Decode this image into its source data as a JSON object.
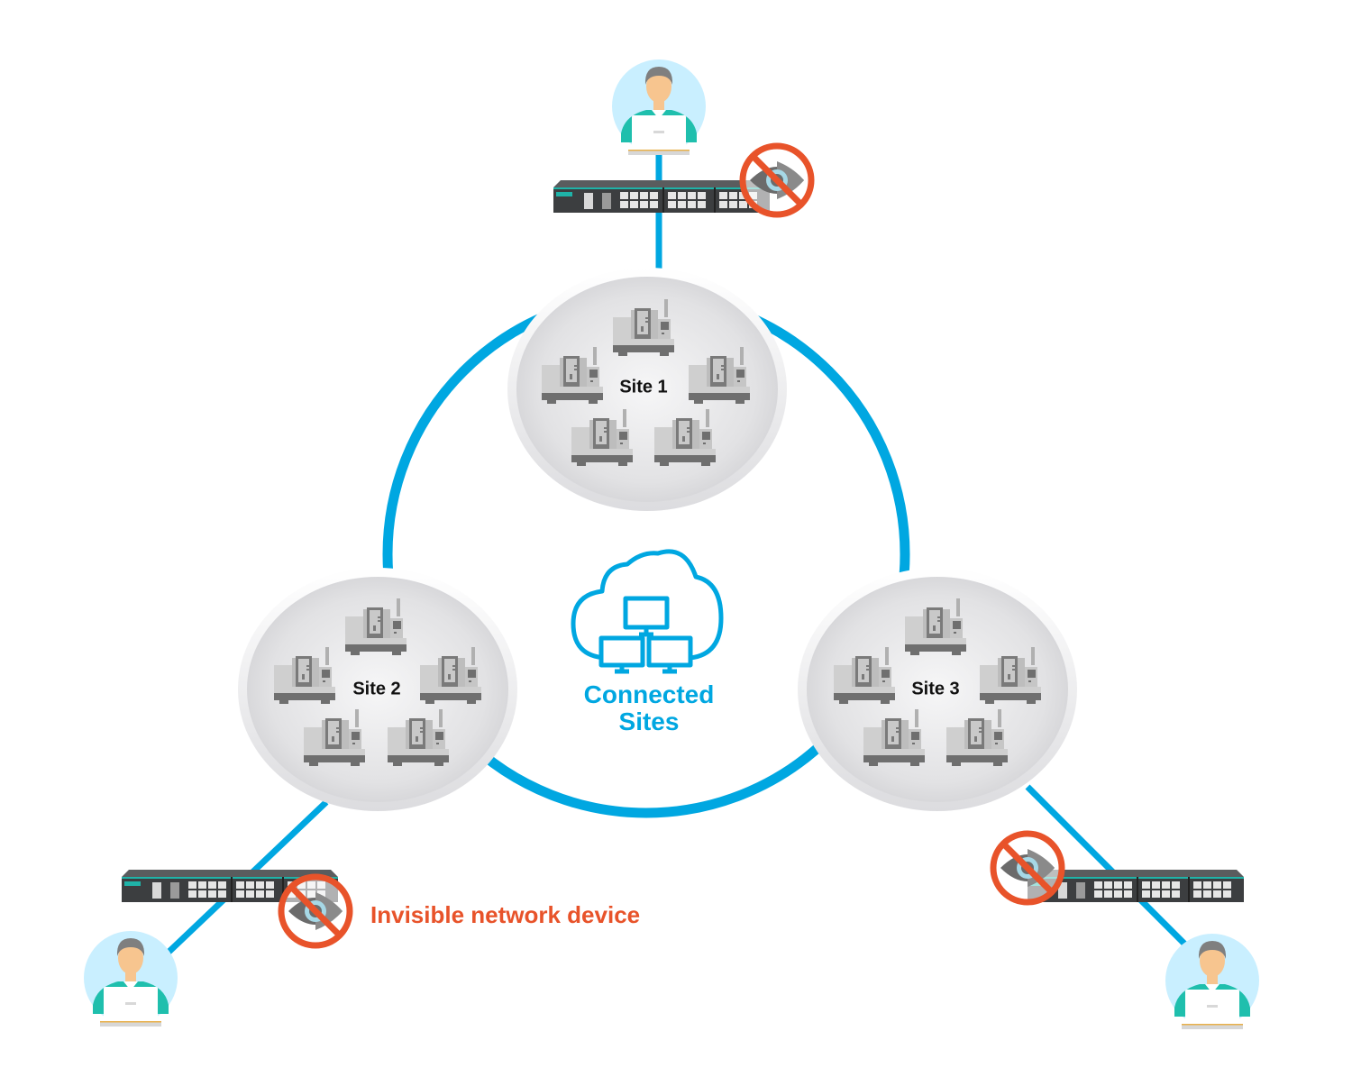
{
  "diagram": {
    "title": "Connected Sites",
    "colors": {
      "link": "#00a7e1",
      "accent_text": "#00a7e1",
      "warning": "#e8532a",
      "site_fill": "#e4e4e6",
      "machine_light": "#c8c8c8",
      "machine_dark": "#6f6f6f",
      "avatar_bg": "#c9efff",
      "avatar_shirt": "#1fbfad",
      "avatar_skin": "#f7c58f",
      "avatar_hair": "#7f7f7f",
      "switch_body": "#3f4143",
      "eye_grey": "#6b6b6b"
    },
    "center": {
      "label_line1": "Connected",
      "label_line2": "Sites",
      "icon": "cloud-network-icon",
      "monitors": 3
    },
    "sites": [
      {
        "id": "site-1",
        "label": "Site 1",
        "machine_count": 5
      },
      {
        "id": "site-2",
        "label": "Site 2",
        "machine_count": 5
      },
      {
        "id": "site-3",
        "label": "Site 3",
        "machine_count": 5
      }
    ],
    "devices": [
      {
        "id": "switch-top",
        "type": "network-switch",
        "visibility": "invisible",
        "connected_site": "Site 1"
      },
      {
        "id": "switch-left",
        "type": "network-switch",
        "visibility": "invisible",
        "connected_site": "Site 2"
      },
      {
        "id": "switch-right",
        "type": "network-switch",
        "visibility": "invisible",
        "connected_site": "Site 3"
      }
    ],
    "users": [
      {
        "id": "user-top",
        "icon": "user-laptop-icon"
      },
      {
        "id": "user-left",
        "icon": "user-laptop-icon"
      },
      {
        "id": "user-right",
        "icon": "user-laptop-icon"
      }
    ],
    "legend": {
      "label": "Invisible network device",
      "icon": "eye-slash-icon"
    }
  }
}
